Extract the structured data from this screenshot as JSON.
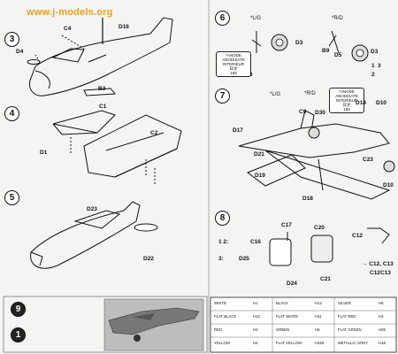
{
  "watermark": "www.j-models.org",
  "steps": {
    "s3": {
      "num": "3",
      "parts": [
        "C4",
        "D16",
        "D4",
        "B3"
      ]
    },
    "s4": {
      "num": "4",
      "parts": [
        "C1",
        "C2",
        "D1"
      ]
    },
    "s5": {
      "num": "5",
      "parts": [
        "D23",
        "D22"
      ]
    },
    "s6": {
      "num": "6",
      "left_mark": "*L/G",
      "right_mark": "*R/D",
      "parts": [
        "D3",
        "D3",
        "B8",
        "B9",
        "D5"
      ],
      "note_lines": [
        "*ANODE",
        "ANODISATE",
        "INTERIEUR",
        "日文",
        "165"
      ],
      "codes": [
        "1",
        "2",
        "3"
      ]
    },
    "s7": {
      "num": "7",
      "left_mark": "*L/G",
      "right_mark": "*R/D",
      "parts": [
        "D17",
        "C9",
        "D30",
        "D14",
        "D10",
        "C23",
        "D21",
        "D19",
        "D18",
        "D10"
      ],
      "note_lines": [
        "*ANODE",
        "ANODISATE",
        "INTERIEUR",
        "日文",
        "165"
      ]
    },
    "s8": {
      "num": "8",
      "parts": [
        "C17",
        "C20",
        "C12",
        "C16",
        "D25",
        "D24",
        "C21",
        "C12",
        "C13"
      ],
      "mark_a": "1 2:",
      "mark_b": "3:",
      "mark_c": "→ C12, C13"
    }
  },
  "bottom_left": {
    "num_a": "9",
    "num_b": "1"
  },
  "color_table": {
    "rows": [
      [
        "WHITE",
        "H1",
        "BLACK",
        "H12",
        "SILVER",
        "H8"
      ],
      [
        "FLAT BLACK",
        "H12",
        "FLAT WHITE",
        "H11",
        "FLAT RED",
        "H3"
      ],
      [
        "RED",
        "H3",
        "GREEN",
        "H5",
        "FLAT GREEN",
        "H26"
      ],
      [
        "YELLOW",
        "H4",
        "FLAT YELLOW",
        "H329",
        "METALLIC GREY",
        "H18"
      ]
    ]
  }
}
